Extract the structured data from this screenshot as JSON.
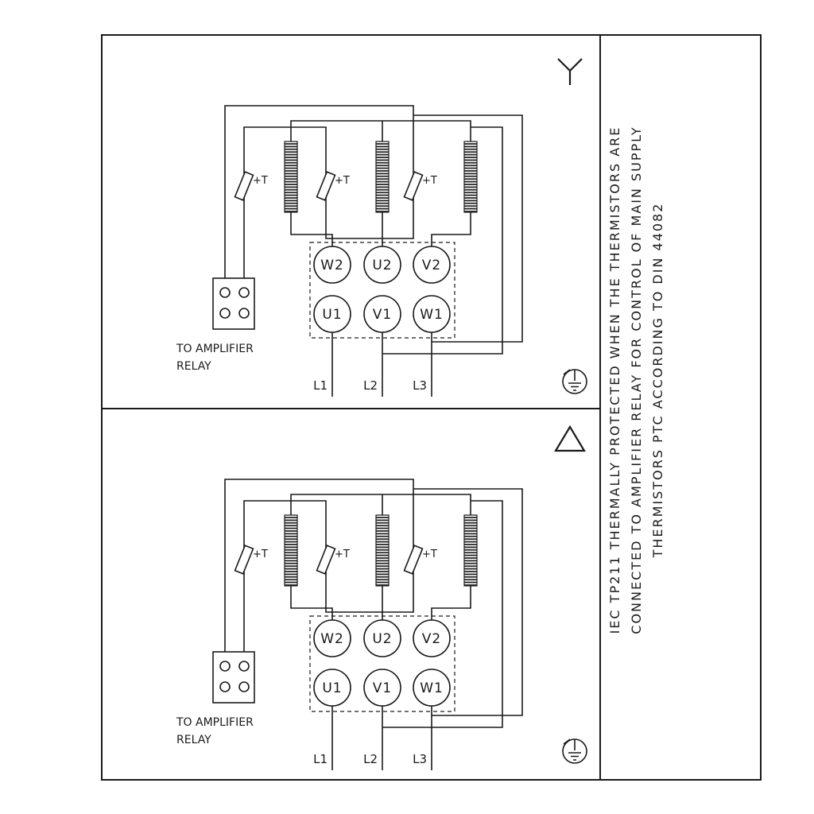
{
  "canvas": {
    "background": "#ffffff",
    "line_color": "#1a1a1a"
  },
  "panels": [
    {
      "connection": "star",
      "terminals_top": [
        "W2",
        "U2",
        "V2"
      ],
      "terminals_bottom": [
        "U1",
        "V1",
        "W1"
      ],
      "supply_lines": [
        "L1",
        "L2",
        "L3"
      ],
      "thermistor_labels": [
        "+T",
        "+T",
        "+T"
      ],
      "relay_caption_line1": "TO AMPLIFIER",
      "relay_caption_line2": "RELAY"
    },
    {
      "connection": "delta",
      "terminals_top": [
        "W2",
        "U2",
        "V2"
      ],
      "terminals_bottom": [
        "U1",
        "V1",
        "W1"
      ],
      "supply_lines": [
        "L1",
        "L2",
        "L3"
      ],
      "thermistor_labels": [
        "+T",
        "+T",
        "+T"
      ],
      "relay_caption_line1": "TO AMPLIFIER",
      "relay_caption_line2": "RELAY"
    }
  ],
  "sidebar_note": {
    "lines": [
      "IEC TP211 THERMALLY PROTECTED WHEN THE THERMISTORS ARE",
      "CONNECTED TO AMPLIFIER RELAY FOR CONTROL OF MAIN SUPPLY",
      "THERMISTORS PTC ACCORDING TO DIN 44082"
    ]
  }
}
